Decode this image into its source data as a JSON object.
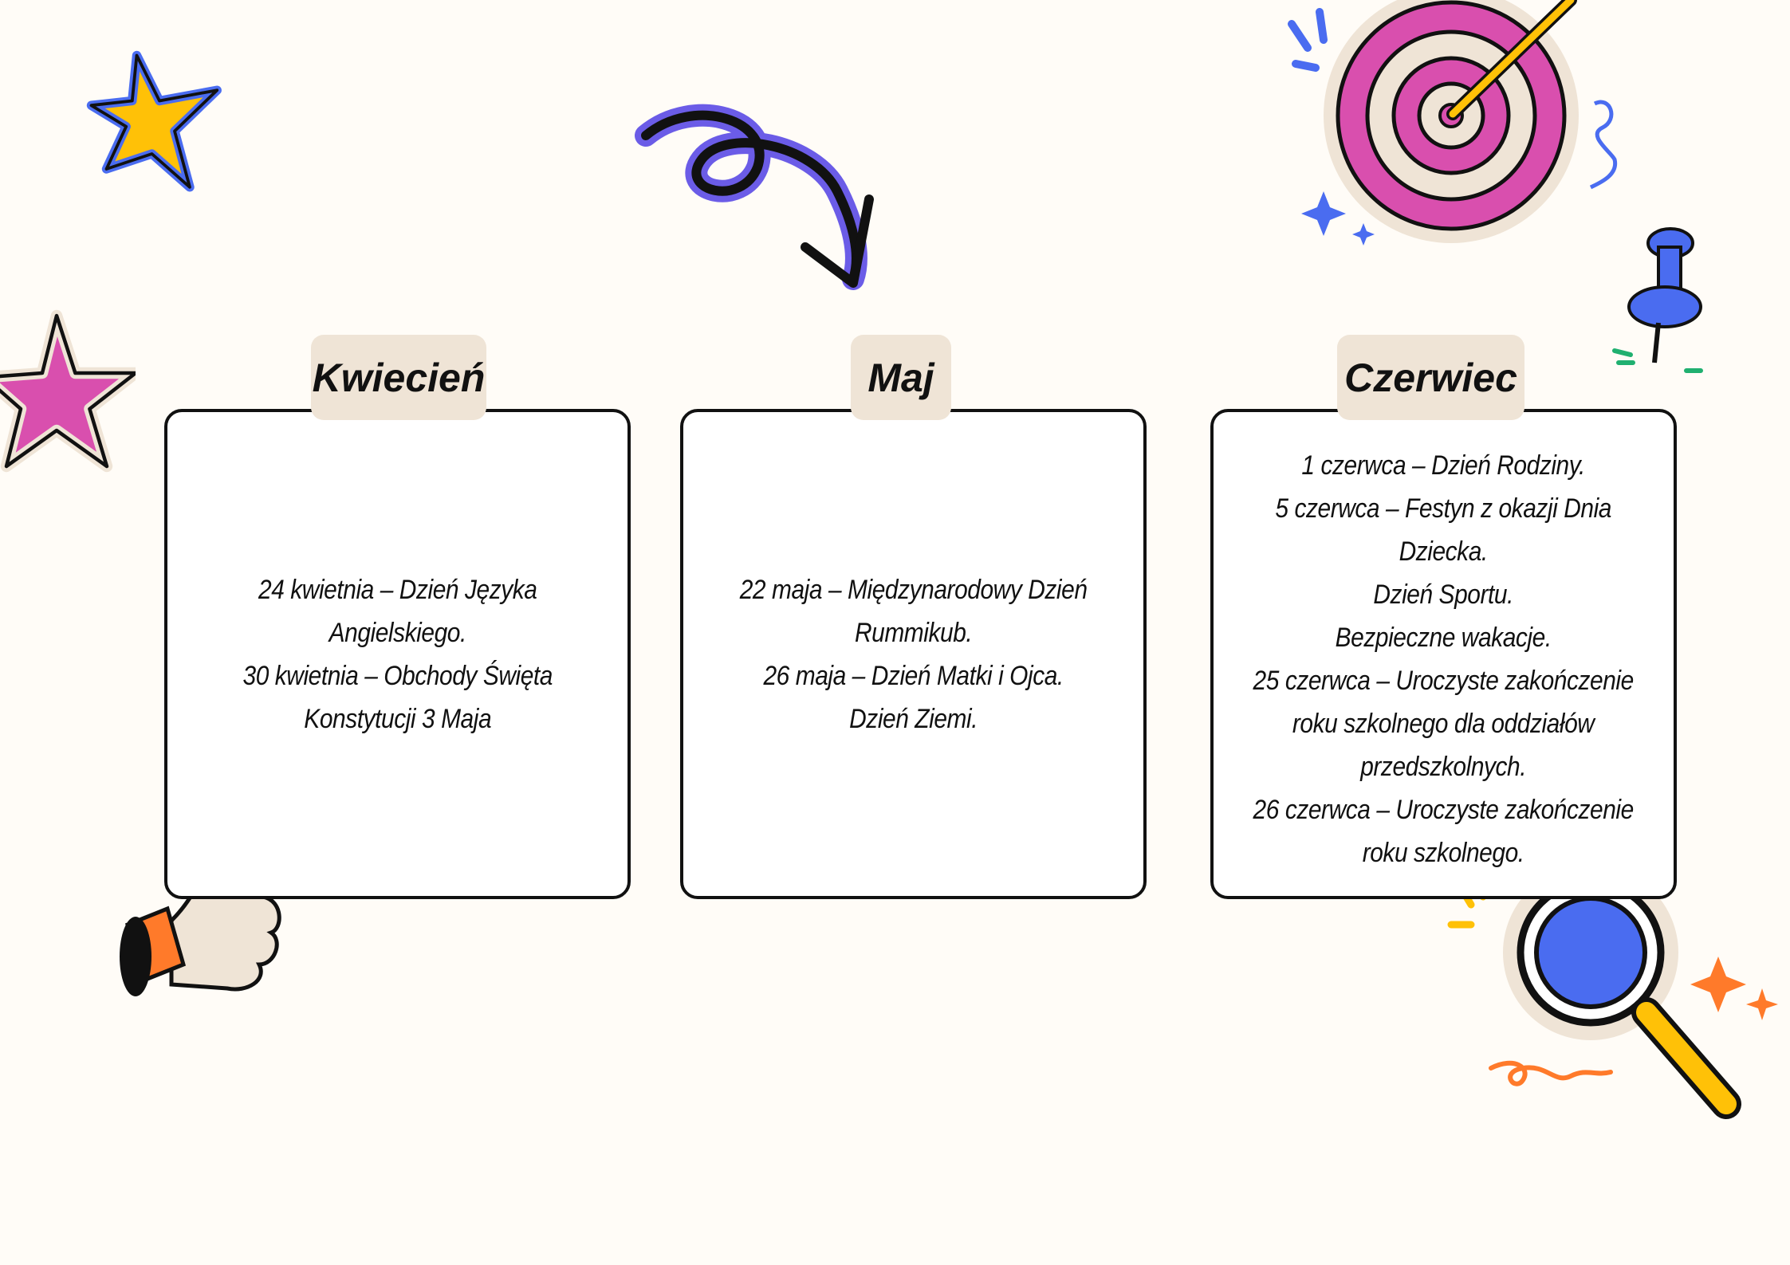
{
  "columns": [
    {
      "title": "Kwiecień",
      "lines": [
        "24 kwietnia – Dzień Języka",
        "Angielskiego.",
        "30 kwietnia – Obchody Święta",
        "Konstytucji 3 Maja"
      ]
    },
    {
      "title": "Maj",
      "lines": [
        "22 maja – Międzynarodowy Dzień",
        "Rummikub.",
        "26 maja – Dzień Matki i Ojca.",
        "Dzień Ziemi."
      ]
    },
    {
      "title": "Czerwiec",
      "lines": [
        "1 czerwca – Dzień Rodziny.",
        "5 czerwca – Festyn z okazji Dnia",
        "Dziecka.",
        "Dzień Sportu.",
        "Bezpieczne wakacje.",
        "25 czerwca – Uroczyste zakończenie",
        "roku szkolnego dla oddziałów",
        "przedszkolnych.",
        "26 czerwca – Uroczyste zakończenie",
        "roku szkolnego."
      ]
    }
  ],
  "colors": {
    "background": "#fffcf7",
    "tab": "#efe4d6",
    "border": "#111111",
    "pink": "#d94fae",
    "blue": "#4a6cf0",
    "yellow": "#ffc107",
    "orange": "#ff7a2a",
    "purple": "#6b5ce7"
  }
}
